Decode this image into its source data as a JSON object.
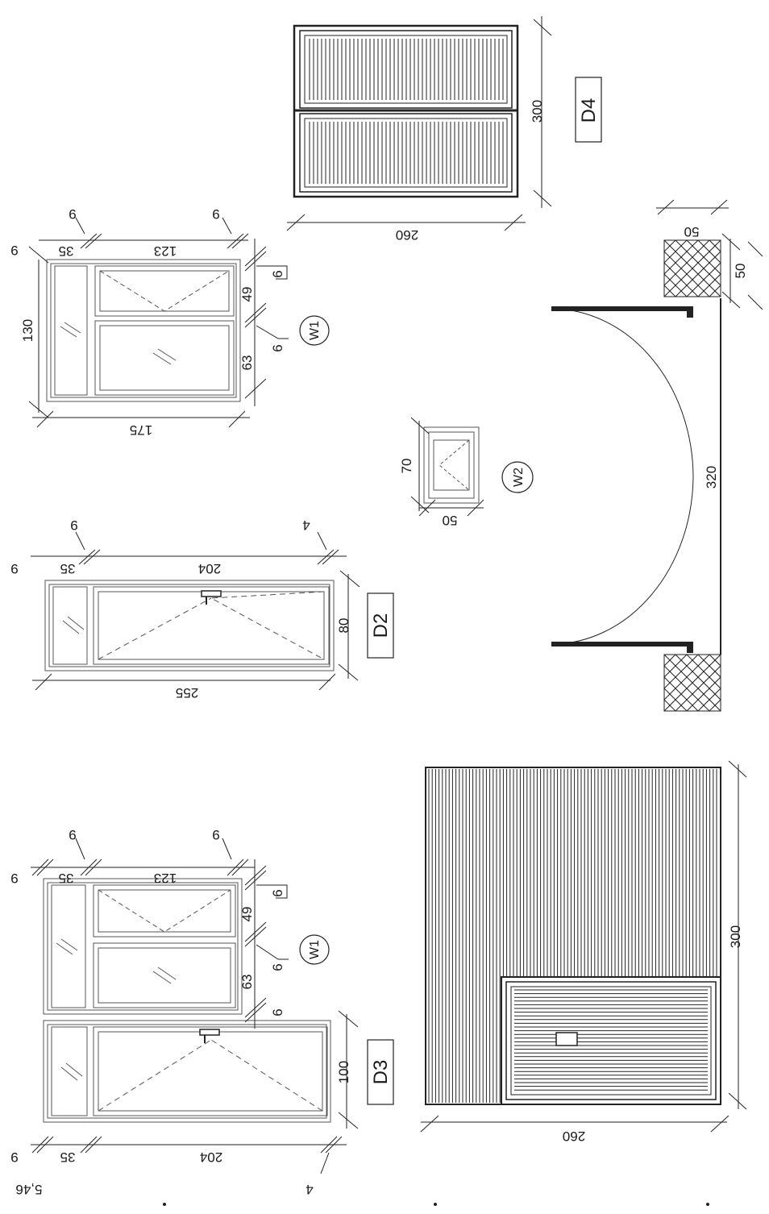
{
  "tags": {
    "d4": "D4",
    "d2": "D2",
    "d3": "D3",
    "w1_top": "W1",
    "w1_bottom": "W1",
    "w2": "W2"
  },
  "dims": {
    "d4_300": "300",
    "d4_260": "260",
    "w1t_9a": "9",
    "w1t_9b": "9",
    "w1t_9c": "9",
    "w1t_35": "35",
    "w1t_123": "123",
    "w1t_130": "130",
    "w1t_175": "175",
    "w1t_49": "49",
    "w1t_63": "63",
    "w1t_6a": "6",
    "w1t_6b": "6",
    "d2_9a": "9",
    "d2_9b": "9",
    "d2_35": "35",
    "d2_4": "4",
    "d2_204": "204",
    "d2_255": "255",
    "d2_80": "80",
    "w2_70": "70",
    "w2_50": "50",
    "gate_320": "320",
    "gate_50a": "50",
    "gate_50b": "50",
    "w1b_9a": "9",
    "w1b_9b": "9",
    "w1b_9c": "9",
    "w1b_35": "35",
    "w1b_123": "123",
    "w1b_49": "49",
    "w1b_63": "63",
    "w1b_6a": "6",
    "w1b_6b": "6",
    "w1b_6c": "6",
    "d3_100": "100",
    "d3_9": "9",
    "d3_35": "35",
    "d3_204": "204",
    "d3_546": "5,46",
    "d3_4": "4",
    "big_300": "300",
    "big_260": "260"
  }
}
